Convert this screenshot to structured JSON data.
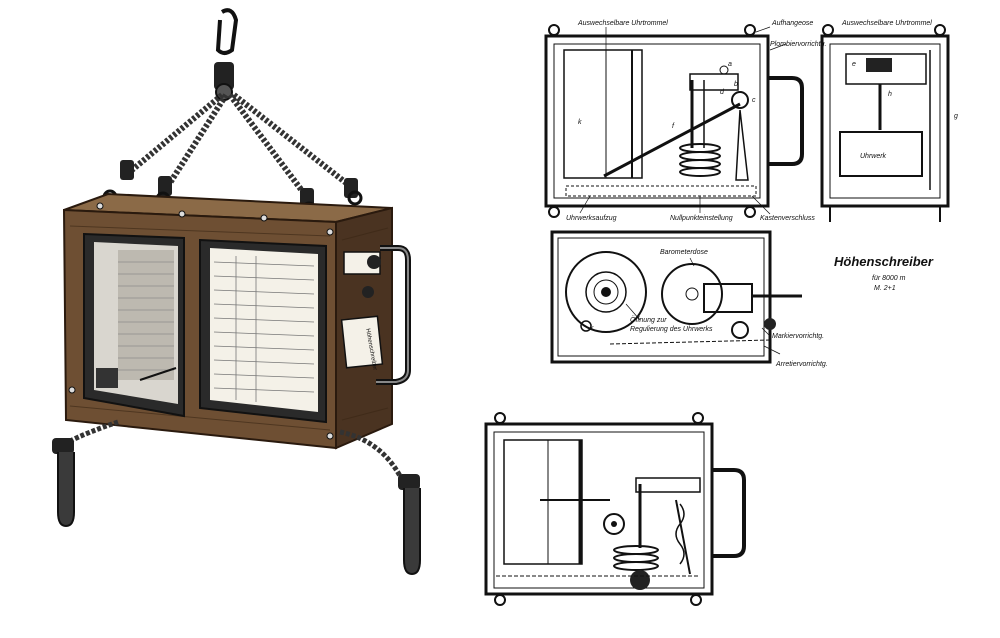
{
  "figure": {
    "title": "Höhenschreiber",
    "subtitle_1": "für 8000 m",
    "subtitle_2": "M. 2+1"
  },
  "photo": {
    "device_label": "Höhenschreiber"
  },
  "side_view_labels": {
    "drum": "Auswechselbare Uhrtrommel",
    "hanger": "Aufhangeose",
    "seal": "Plombiervorrichtg.",
    "clockwork_winding": "Uhrwerksaufzug",
    "zero_setting": "Nullpunkteinstellung",
    "case_lock": "Kastenverschluss"
  },
  "end_view_labels": {
    "drum": "Auswechselbare Uhrtrommel",
    "clockwork": "Uhrwerk",
    "letter_e": "e",
    "letter_h": "h",
    "letter_g": "g"
  },
  "top_view_labels": {
    "barometer": "Barometerdose",
    "opening": "Öffnung zur",
    "opening_2": "Regulierung des Uhrwerks",
    "marker": "Markiervorrichtg.",
    "arrest": "Arretiervorrichtg.",
    "letter_k": "k"
  },
  "side_view_letters": {
    "k": "k",
    "a": "a",
    "b": "b",
    "d": "d",
    "f": "f",
    "c": "c"
  },
  "colors": {
    "wood": "#7a5a3a",
    "wood_dark": "#3e2a1a",
    "ink": "#111111",
    "paper": "#f4f1e8"
  }
}
